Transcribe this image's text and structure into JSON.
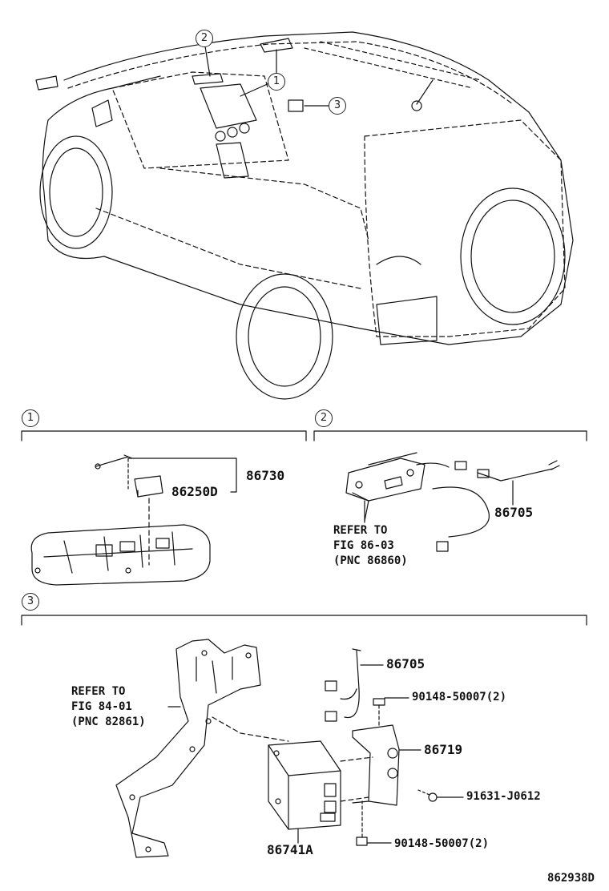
{
  "sections": [
    {
      "id": "1"
    },
    {
      "id": "2"
    },
    {
      "id": "3"
    }
  ],
  "callouts": {
    "c1": "1",
    "c2": "2",
    "c3": "3"
  },
  "section1": {
    "parts": [
      "86730",
      "86250D"
    ]
  },
  "section2": {
    "parts": [
      "86705"
    ],
    "refer": [
      "REFER TO",
      "FIG 86-03",
      "(PNC 86860)"
    ]
  },
  "section3": {
    "parts": [
      "86705",
      "90148-50007(2)",
      "86719",
      "91631-J0612",
      "86741A",
      "90148-50007(2)"
    ],
    "refer": [
      "REFER TO",
      "FIG 84-01",
      "(PNC 82861)"
    ]
  },
  "figure_id": "862938D"
}
